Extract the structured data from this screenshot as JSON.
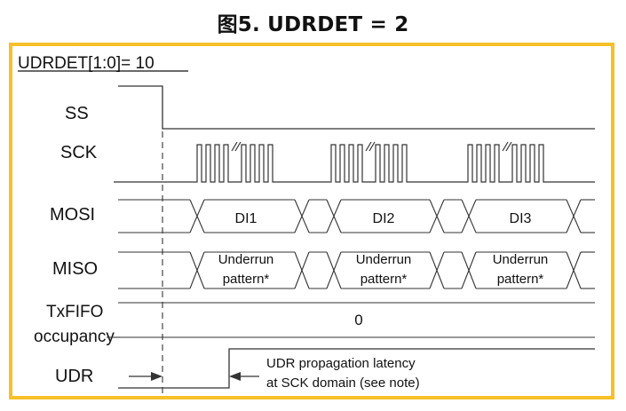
{
  "title": "图5. UDRDET = 2",
  "setting_label": "UDRDET[1:0]= 10",
  "signals": {
    "ss": "SS",
    "sck": "SCK",
    "mosi": "MOSI",
    "miso": "MISO",
    "txfifo_line1": "TxFIFO",
    "txfifo_line2": "occupancy",
    "udr": "UDR"
  },
  "mosi_frames": [
    "DI1",
    "DI2",
    "DI3"
  ],
  "miso_frames": [
    {
      "line1": "Underrun",
      "line2": "pattern*"
    },
    {
      "line1": "Underrun",
      "line2": "pattern*"
    },
    {
      "line1": "Underrun",
      "line2": "pattern*"
    }
  ],
  "txfifo_value": "0",
  "annotation": {
    "line1": "UDR propagation latency",
    "line2": "at SCK domain (see note)"
  },
  "colors": {
    "frame_border": "#f7c02a",
    "waveform": "#333333",
    "text": "#111111"
  }
}
